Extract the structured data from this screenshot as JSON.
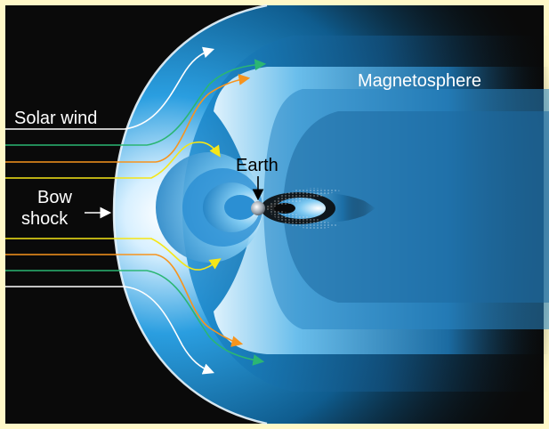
{
  "labels": {
    "magnetosphere": "Magnetosphere",
    "solar_wind": "Solar wind",
    "bow_line1": "Bow",
    "bow_line2": "shock",
    "earth": "Earth"
  },
  "colors": {
    "background": "#0a0a0a",
    "border": "#fff8c8",
    "stream_white": "#ffffff",
    "stream_green": "#2bb673",
    "stream_orange": "#f7941d",
    "stream_yellow": "#f5e617",
    "plasma_blue": "#1a9be0",
    "plasma_light": "#e6f6ff"
  }
}
